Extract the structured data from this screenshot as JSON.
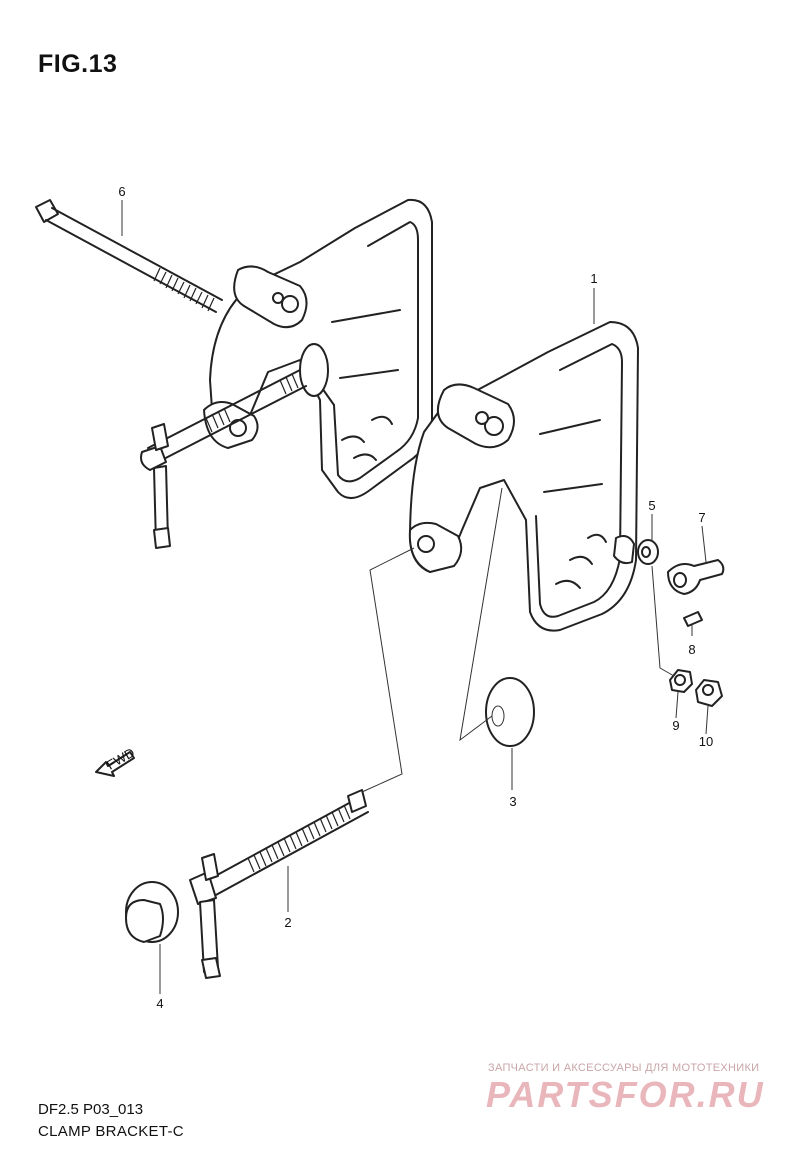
{
  "figure": {
    "title": "FIG.13",
    "code": "DF2.5 P03_013",
    "caption": "CLAMP BRACKET-C"
  },
  "callouts": [
    "1",
    "2",
    "3",
    "4",
    "5",
    "6",
    "7",
    "8",
    "9",
    "10"
  ],
  "fwd_label": "FWD",
  "watermark": {
    "tagline": "ЗАПЧАСТИ И АКСЕССУАРЫ ДЛЯ МОТОТЕХНИКИ",
    "logo": "PARTSFOR.RU"
  },
  "colors": {
    "line": "#222222",
    "watermark": "#e8b6bb"
  }
}
